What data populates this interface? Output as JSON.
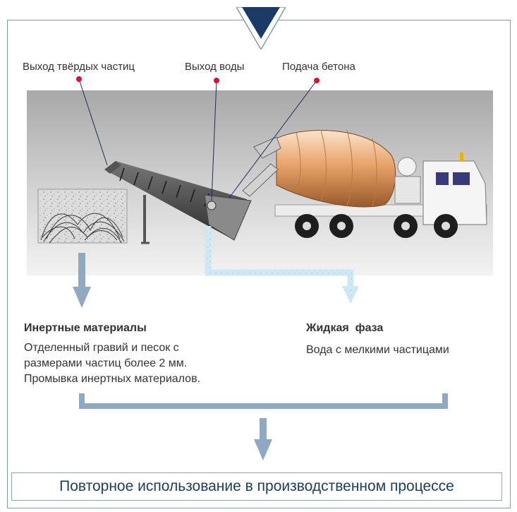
{
  "callouts": {
    "solids_outlet": "Выход твёрдых частиц",
    "water_outlet": "Выход воды",
    "concrete_feed": "Подача бетона"
  },
  "branches": {
    "inert": {
      "heading": "Инертные материалы",
      "lines": [
        "Отделенный гравий и песок с",
        "размерами частиц более 2 мм.",
        "Промывка инертных материалов."
      ]
    },
    "liquid": {
      "heading": "Жидкая  фаза",
      "text": "Вода с мелкими частицами"
    }
  },
  "result": "Повторное использование в производственном процессе",
  "colors": {
    "frame_border": "#7f9db2",
    "pointer_navy": "#1b3b66",
    "arrow_blue": "#8fa9c3",
    "water_light_blue": "#bfe0f2",
    "callout_dot": "#e0102a",
    "result_text": "#1c3f60",
    "drum_orange": "#e8a36a"
  },
  "icons": {
    "pointer": "down-triangle-icon",
    "machine": "separator-screw-icon",
    "truck": "concrete-mixer-truck-icon"
  }
}
